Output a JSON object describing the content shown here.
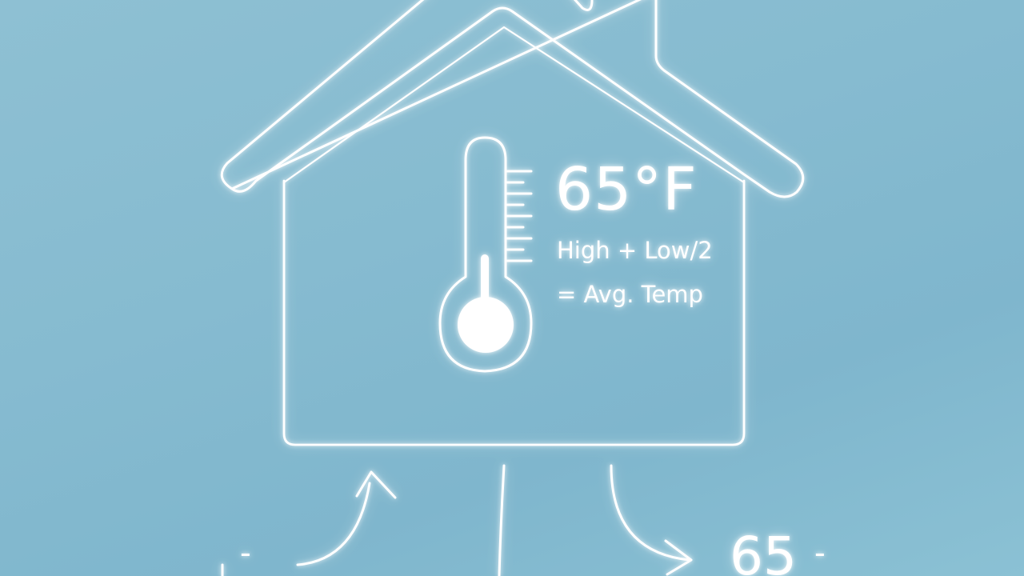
{
  "house": {
    "temperature": "65°F",
    "formula_line1": "High + Low/2",
    "formula_line2": "= Avg. Temp"
  },
  "bottom": {
    "number": "65",
    "dash_right": "-",
    "dash_left": "-"
  },
  "colors": {
    "background": "#86bbd0",
    "line": "#ffffff"
  },
  "icons": [
    "house-outline-icon",
    "thermometer-icon",
    "curved-arrow-icon"
  ]
}
